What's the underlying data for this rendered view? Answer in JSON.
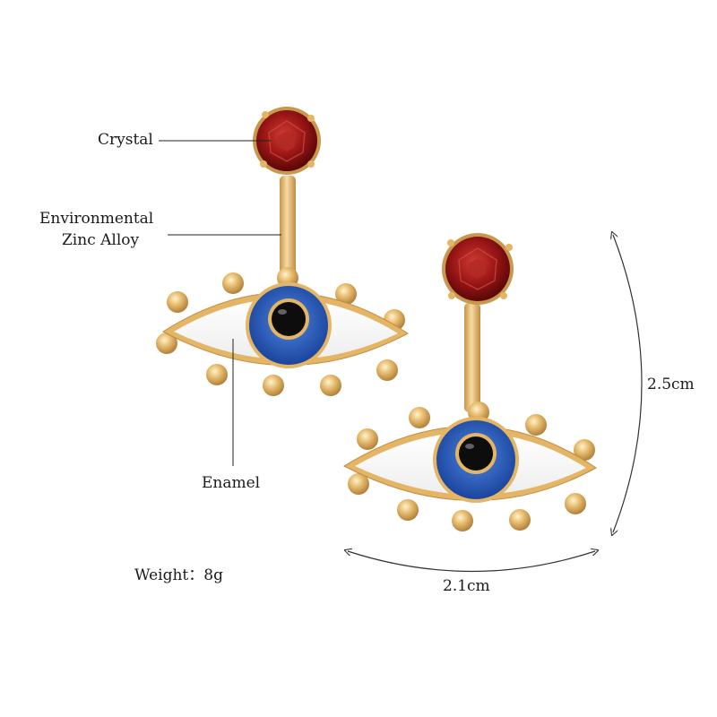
{
  "labels": {
    "crystal": "Crystal",
    "alloy_line1": "Environmental",
    "alloy_line2": "Zinc  Alloy",
    "enamel": "Enamel",
    "weight": "Weight：8g",
    "height": "2.5cm",
    "width": "2.1cm"
  },
  "colors": {
    "background": "#ffffff",
    "gold": "#e3b565",
    "crystal": "#8e1414",
    "enamel_white": "#fbfbfb",
    "iris_blue": "#1f4fae",
    "pupil": "#0d0d0d",
    "line": "#222222"
  }
}
